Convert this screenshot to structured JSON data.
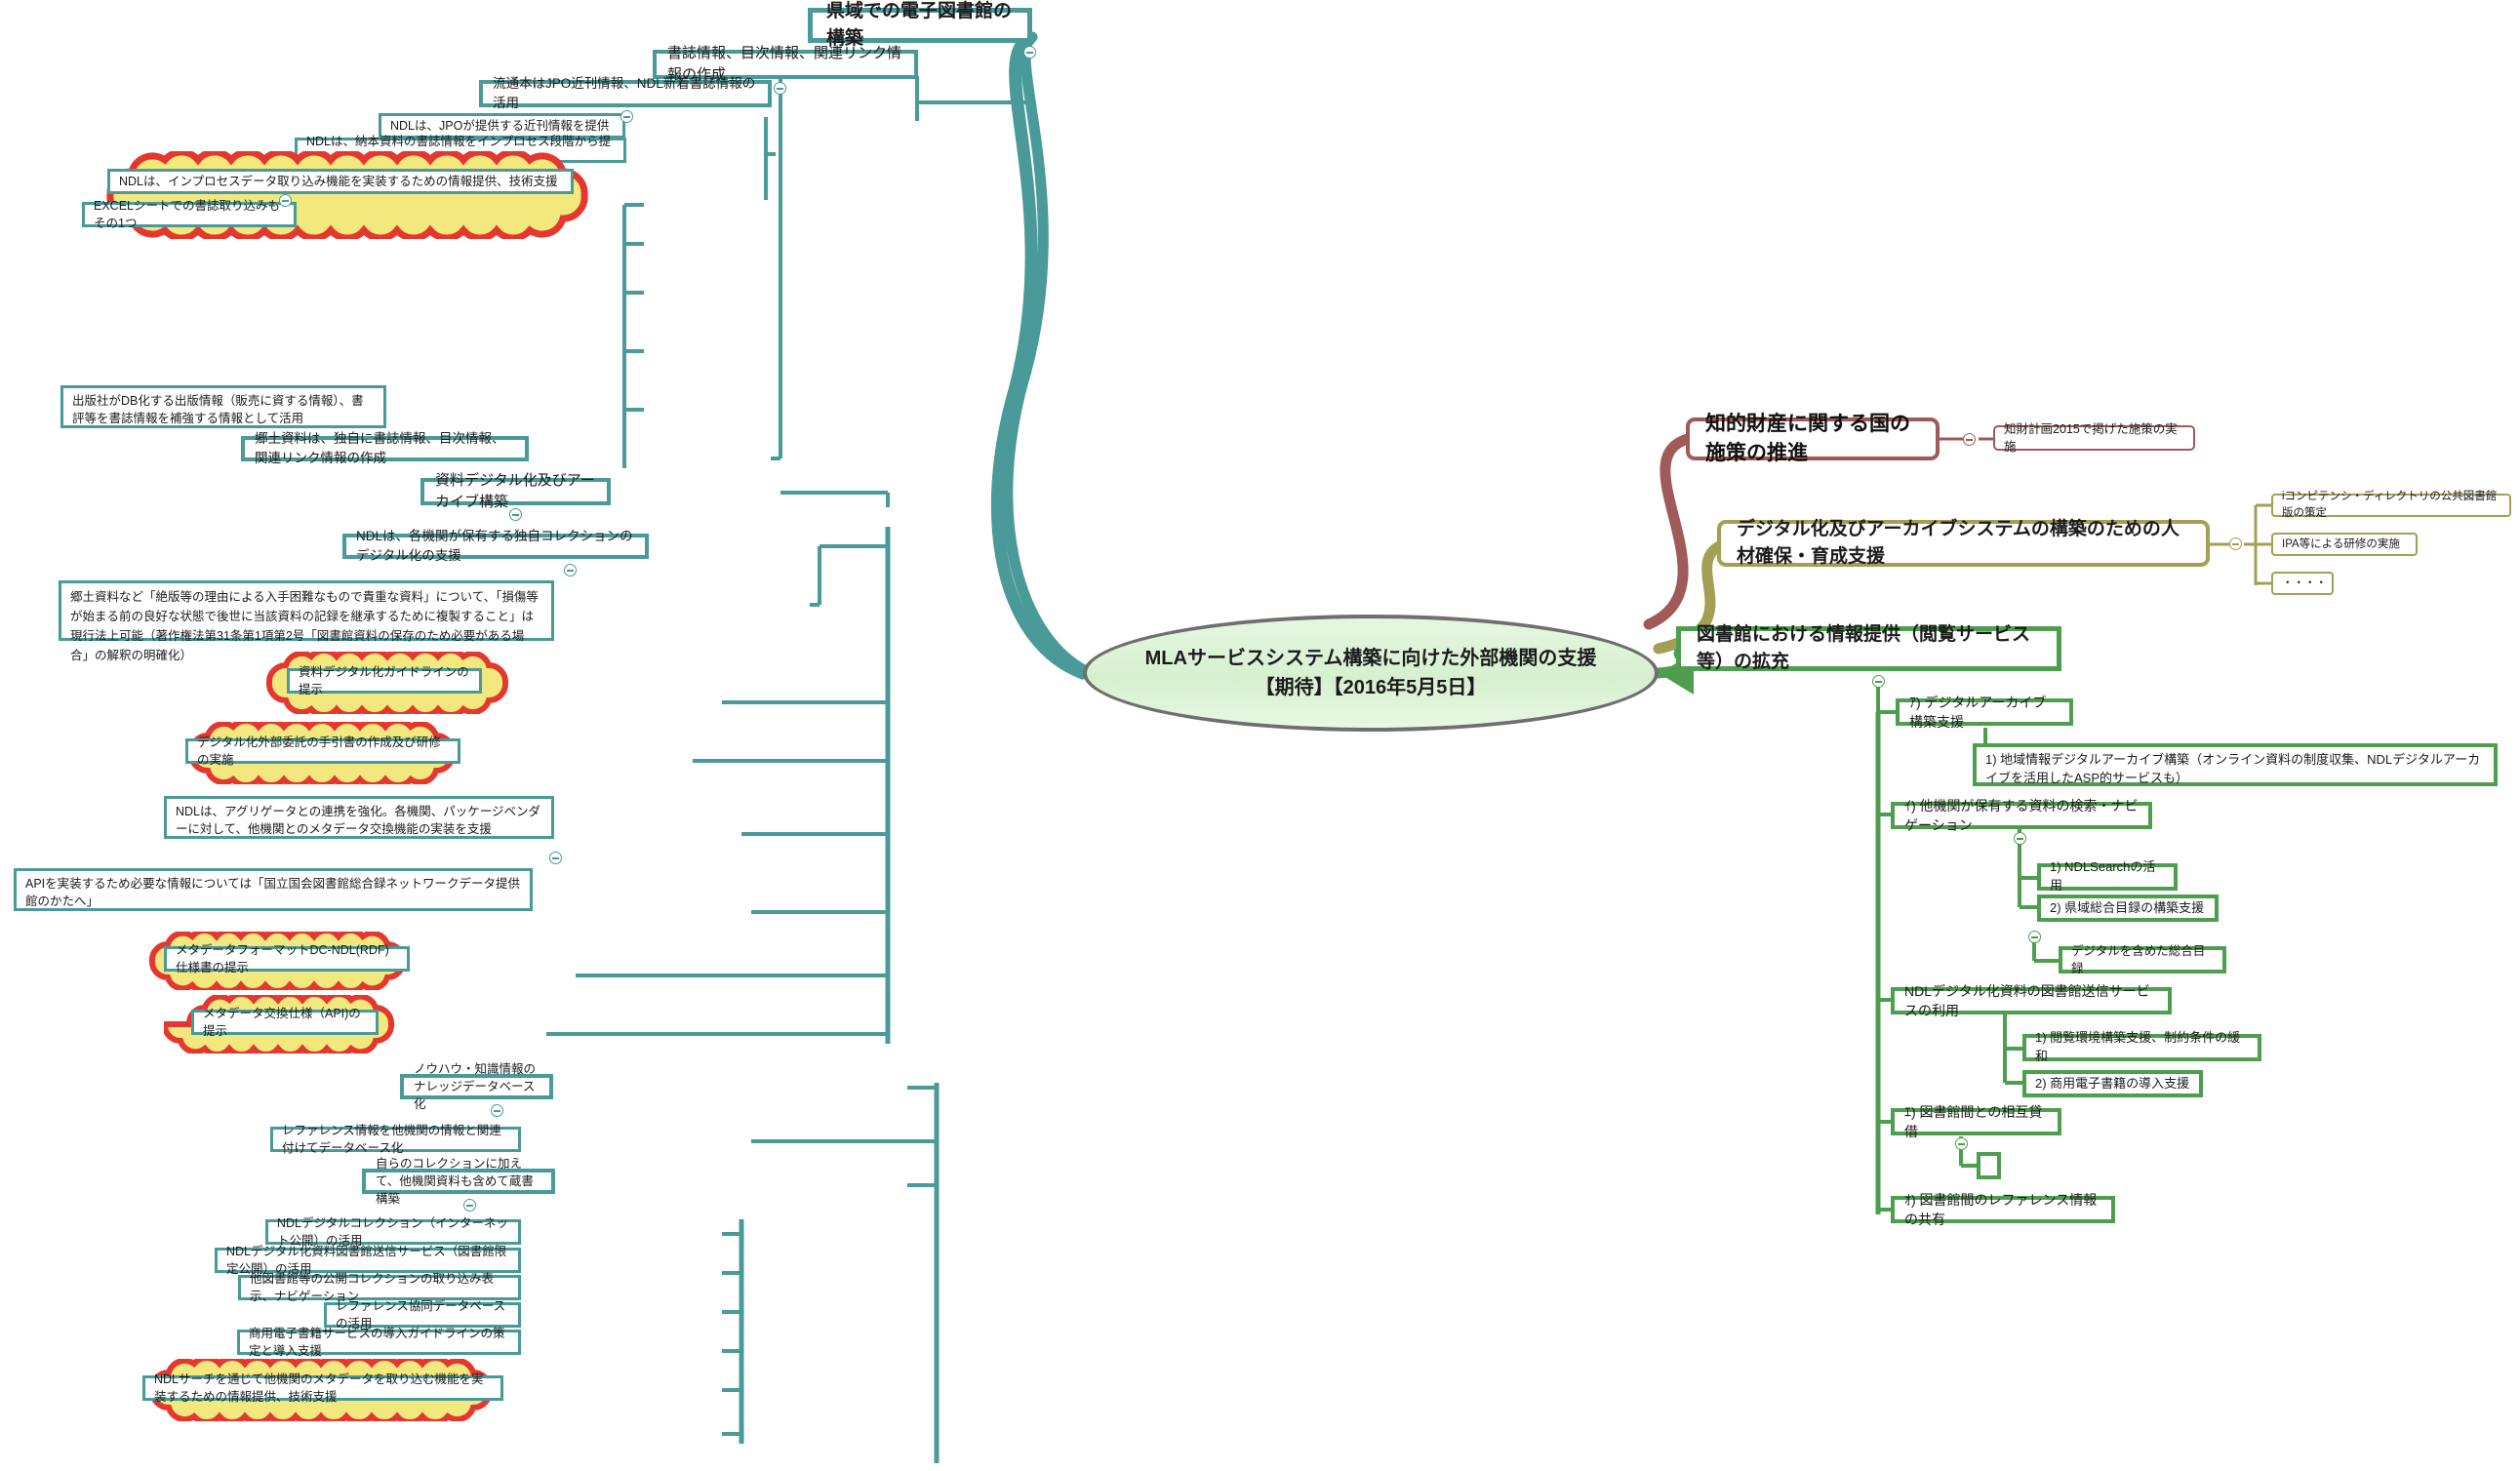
{
  "colors": {
    "teal": "#4a9a9a",
    "maroon": "#a05a5a",
    "olive": "#a3a055",
    "green": "#4f9e4f",
    "cloud_fill": "#f2e87e",
    "cloud_stroke": "#e4382f",
    "root_stroke": "#6f6f6f",
    "root_fill": "#ddf3d5"
  },
  "root": {
    "label": "MLAサービスシステム構築に向けた外部機関の支援【期待】【2016年5月5日】"
  },
  "branches": {
    "teal": {
      "title": "県域での電子図書館の構築",
      "nodes": [
        {
          "id": "t01",
          "label": "県域での電子図書館の構築"
        },
        {
          "id": "t02",
          "label": "書誌情報、目次情報、関連リンク情報の作成"
        },
        {
          "id": "t03",
          "label": "流通本はJPO近刊情報、NDL新着書誌情報の活用"
        },
        {
          "id": "t04",
          "label": "NDLは、JPOが提供する近刊情報を提供"
        },
        {
          "id": "t05",
          "label": "NDLは、納本資料の書誌情報をインプロセス段階から提供"
        },
        {
          "id": "t06",
          "label": "NDLは、インプロセスデータ取り込み機能を実装するための情報提供、技術支援"
        },
        {
          "id": "t07",
          "label": "EXCELシートでの書誌取り込みもその1つ"
        },
        {
          "id": "t08",
          "label": "出版社がDB化する出版情報（販売に資する情報）、書評等を書誌情報を補強する情報として活用"
        },
        {
          "id": "t09",
          "label": "郷土資料は、独自に書誌情報、目次情報、関連リンク情報の作成"
        },
        {
          "id": "t10",
          "label": "資料デジタル化及びアーカイブ構築"
        },
        {
          "id": "t11",
          "label": "NDLは、各機関が保有する独自コレクションのデジタル化の支援"
        },
        {
          "id": "t12",
          "label": "郷土資料など「絶版等の理由による入手困難なもので貴重な資料」について、「損傷等が始まる前の良好な状態で後世に当該資料の記録を継承するために複製すること」は現行法上可能（著作権法第31条第1項第2号「図書館資料の保存のため必要がある場合」の解釈の明確化）"
        },
        {
          "id": "t13",
          "label": "資料デジタル化ガイドラインの提示"
        },
        {
          "id": "t14",
          "label": "デジタル化外部委託の手引書の作成及び研修の実施"
        },
        {
          "id": "t15",
          "label": "NDLは、アグリゲータとの連携を強化。各機関、パッケージベンダーに対して、他機関とのメタデータ交換機能の実装を支援"
        },
        {
          "id": "t16",
          "label": "APIを実装するため必要な情報については「国立国会図書館総合録ネットワークデータ提供館のかたへ」"
        },
        {
          "id": "t17",
          "label": "メタデータフォーマットDC-NDL(RDF)仕様書の提示"
        },
        {
          "id": "t18",
          "label": "メタデータ交換仕様（API)の提示"
        },
        {
          "id": "t19",
          "label": "ノウハウ・知識情報のナレッジデータベース化"
        },
        {
          "id": "t20",
          "label": "レファレンス情報を他機関の情報と関連付けてデータベース化"
        },
        {
          "id": "t21",
          "label": "自らのコレクションに加えて、他機関資料も含めて蔵書構築"
        },
        {
          "id": "t22",
          "label": "NDLデジタルコレクション（インターネット公開）の活用"
        },
        {
          "id": "t23",
          "label": "NDLデジタル化資料図書館送信サービス（図書館限定公開）の活用"
        },
        {
          "id": "t24",
          "label": "他図書館等の公開コレクションの取り込み表示、ナビゲーション"
        },
        {
          "id": "t25",
          "label": "レファレンス協同データベースの活用"
        },
        {
          "id": "t26",
          "label": "商用電子書籍サービスの導入ガイドラインの策定と導入支援"
        },
        {
          "id": "t27",
          "label": "NDLサーチを通じて他機関のメタデータを取り込む機能を実装するための情報提供、技術支援"
        }
      ]
    },
    "maroon": {
      "nodes": [
        {
          "id": "m01",
          "label": "知的財産に関する国の施策の推進"
        },
        {
          "id": "m02",
          "label": "知財計画2015で掲げた施策の実施"
        }
      ]
    },
    "olive": {
      "nodes": [
        {
          "id": "o01",
          "label": "デジタル化及びアーカイブシステムの構築のための人材確保・育成支援"
        },
        {
          "id": "o02",
          "label": "iコンピテンシ・ディレクトリの公共図書館版の策定"
        },
        {
          "id": "o03",
          "label": "IPA等による研修の実施"
        },
        {
          "id": "o04",
          "label": "・・・・"
        }
      ]
    },
    "green": {
      "nodes": [
        {
          "id": "g01",
          "label": "図書館における情報提供（閲覧サービス等）の拡充"
        },
        {
          "id": "g02",
          "label": "ｱ) デジタルアーカイブ構築支援"
        },
        {
          "id": "g03",
          "label": "1) 地域情報デジタルアーカイブ構築（オンライン資料の制度収集、NDLデジタルアーカイブを活用したASP的サービスも）"
        },
        {
          "id": "g04",
          "label": "ｲ) 他機関が保有する資料の検索・ナビゲーション"
        },
        {
          "id": "g05",
          "label": "1) NDLSearchの活用"
        },
        {
          "id": "g06",
          "label": "2) 県域総合目録の構築支援"
        },
        {
          "id": "g07",
          "label": "デジタルを含めた総合目録"
        },
        {
          "id": "g08",
          "label": "NDLデジタル化資料の図書館送信サービスの利用"
        },
        {
          "id": "g09",
          "label": "1) 閲覧環境構築支援、制約条件の緩和"
        },
        {
          "id": "g10",
          "label": "2) 商用電子書籍の導入支援"
        },
        {
          "id": "g11",
          "label": "ｴ) 図書館間との相互貸借"
        },
        {
          "id": "g12",
          "label": ""
        },
        {
          "id": "g13",
          "label": "ｵ) 図書館間のレファレンス情報の共有"
        }
      ]
    }
  }
}
